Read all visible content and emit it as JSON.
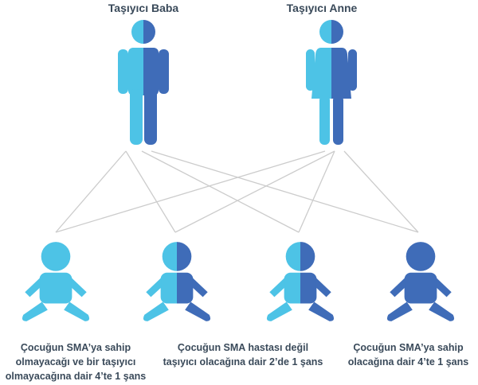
{
  "parents": {
    "father_label": "Taşıyıcı Baba",
    "mother_label": "Taşıyıcı Anne"
  },
  "colors": {
    "light_blue": "#4dc3e6",
    "dark_blue": "#3f6cb8",
    "line": "#cccccc",
    "text": "#3a4a5a"
  },
  "outcomes": [
    {
      "line1": "Çocuğun SMA’ya sahip",
      "line2": "olmayacağı ve bir taşıyıcı",
      "line3": "olmayacağına dair 4’te 1 şans"
    },
    {
      "line1": "Çocuğun SMA hastası değil",
      "line2": "taşıyıcı olacağına dair 2’de 1 şans"
    },
    {
      "line1": "Çocuğun SMA’ya sahip",
      "line2": "olacağına dair 4’te 1 şans"
    }
  ]
}
